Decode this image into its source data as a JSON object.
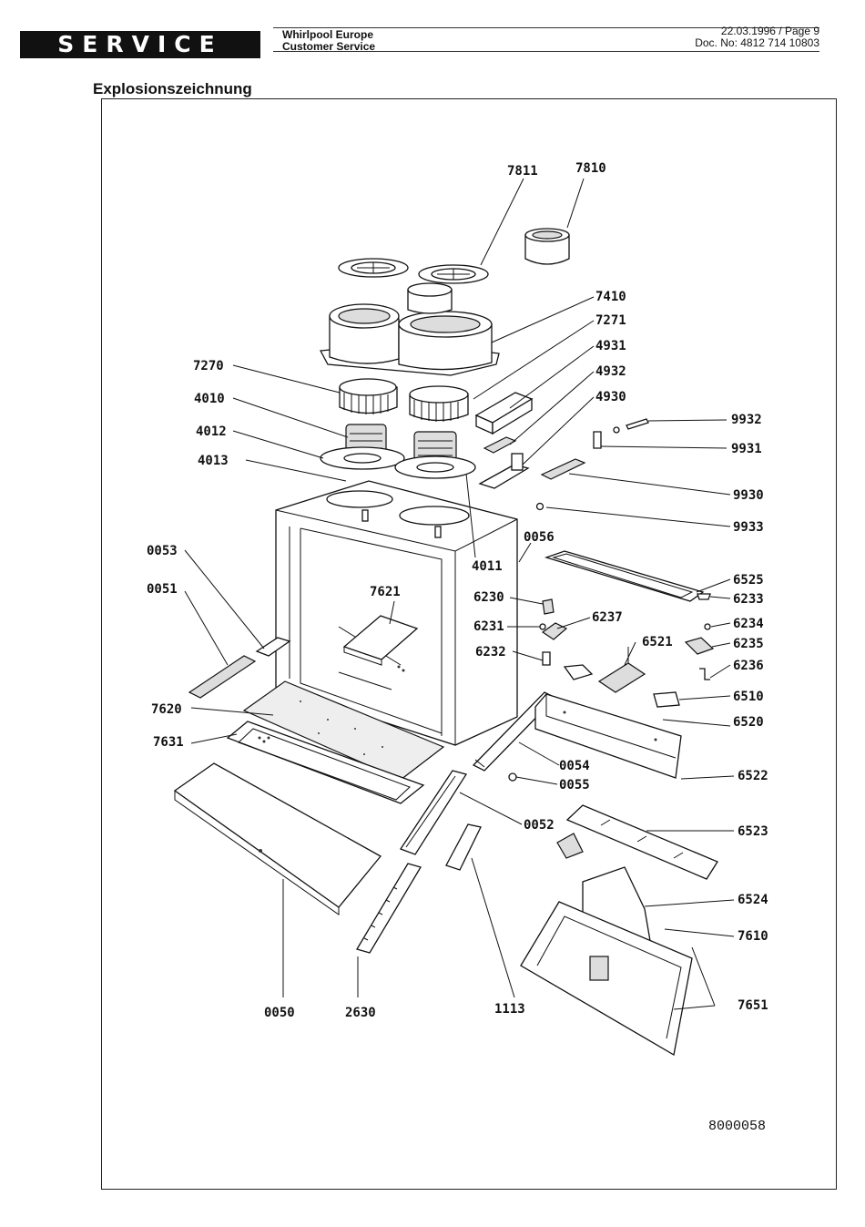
{
  "header": {
    "service_label": "SERVICE",
    "company_line1": "Whirlpool Europe",
    "company_line2": "Customer Service",
    "date_page": "22.03.1996 / Page 9",
    "doc_no": "Doc. No: 4812 714 10803"
  },
  "page_title": "Explosionszeichnung",
  "diagram": {
    "labels": {
      "l7811": "7811",
      "l7810": "7810",
      "l7410": "7410",
      "l7271": "7271",
      "l4931": "4931",
      "l4932": "4932",
      "l4930": "4930",
      "l7270": "7270",
      "l4010": "4010",
      "l4012": "4012",
      "l4013": "4013",
      "l9932": "9932",
      "l9931": "9931",
      "l9930": "9930",
      "l9933": "9933",
      "l0053": "0053",
      "l0051": "0051",
      "l0056": "0056",
      "l4011": "4011",
      "l7621": "7621",
      "l6230": "6230",
      "l6231": "6231",
      "l6237": "6237",
      "l6232": "6232",
      "l6521": "6521",
      "l6525": "6525",
      "l6233": "6233",
      "l6234": "6234",
      "l6235": "6235",
      "l6236": "6236",
      "l6510": "6510",
      "l6520": "6520",
      "l7620": "7620",
      "l7631": "7631",
      "l0054": "0054",
      "l0055": "0055",
      "l6522": "6522",
      "l0052": "0052",
      "l6523": "6523",
      "l6524": "6524",
      "l7610": "7610",
      "l7651": "7651",
      "l0050": "0050",
      "l2630": "2630",
      "l1113": "1113"
    },
    "doc_number": "8000058"
  }
}
